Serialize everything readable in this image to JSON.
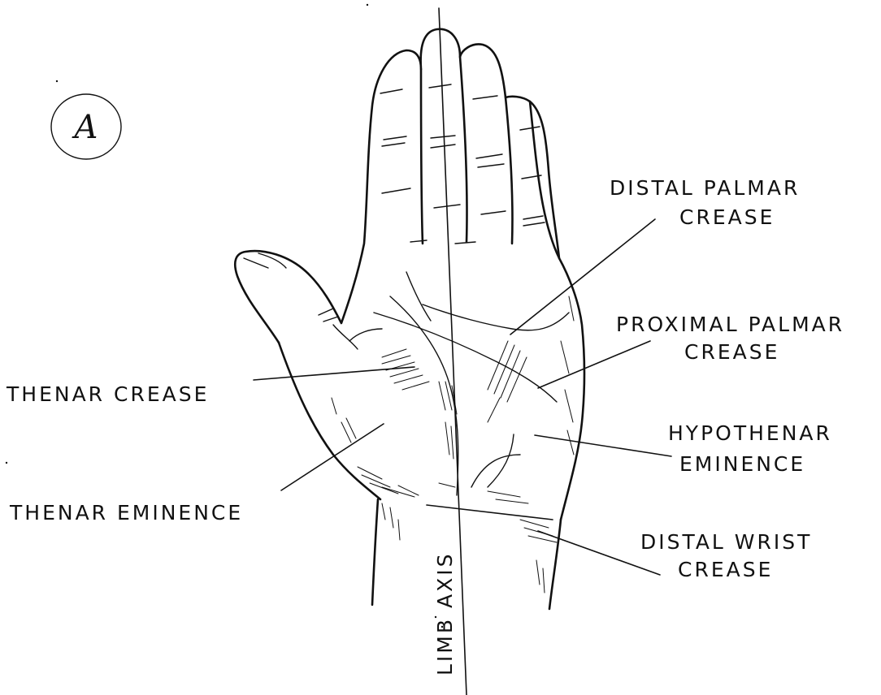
{
  "figure": {
    "panel_letter": "A",
    "labels": {
      "distal_palmar_line1": "DISTAL PALMAR",
      "distal_palmar_line2": "CREASE",
      "proximal_palmar_line1": "PROXIMAL PALMAR",
      "proximal_palmar_line2": "CREASE",
      "thenar_crease": "THENAR CREASE",
      "hypothenar_line1": "HYPOTHENAR",
      "hypothenar_line2": "EMINENCE",
      "thenar_eminence": "THENAR EMINENCE",
      "distal_wrist_line1": "DISTAL WRIST",
      "distal_wrist_line2": "CREASE",
      "limb_axis": "LIMB AXIS"
    }
  }
}
